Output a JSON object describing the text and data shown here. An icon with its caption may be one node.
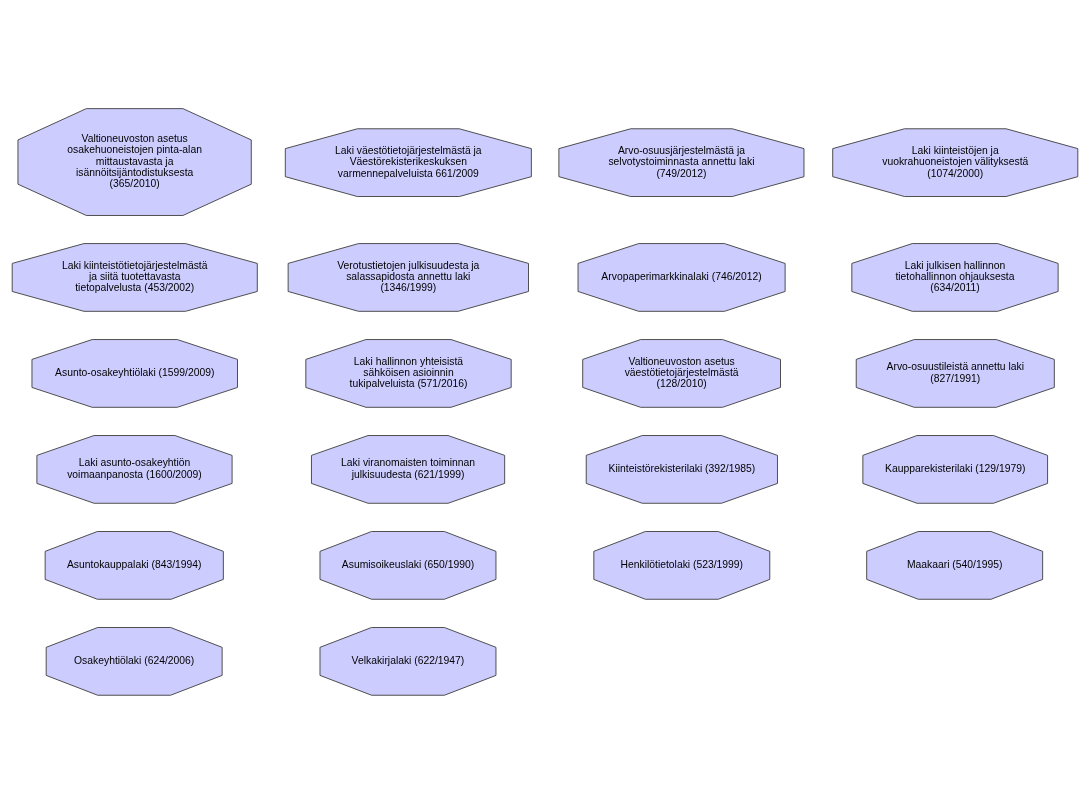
{
  "diagram": {
    "nodes": [
      {
        "text": [
          "Arvopaperimarkkinalaki (746/2012)"
        ]
      },
      {
        "text": [
          "Arvo-osuustileistä annettu laki (827/1991)"
        ]
      },
      {
        "text": [
          "Arvo-osuusjärjestelmästä ja selvotystoiminnasta annettu laki (749/2012)"
        ]
      },
      {
        "text": [
          "Asumisoikeuslaki (650/1990)"
        ]
      },
      {
        "text": [
          "Asuntokauppalaki (843/1994)"
        ]
      },
      {
        "text": [
          "Asunto-osakeyhtiölaki (1599/2009)"
        ]
      },
      {
        "text": [
          "Henkilötietolaki (523/1999)"
        ]
      },
      {
        "text": [
          "Kaupparekisterilaki (129/1979)"
        ]
      },
      {
        "text": [
          "Kiinteistörekisterilaki (392/1985)"
        ]
      },
      {
        "text": [
          "Laki asunto-osakeyhtiön voimaanpanosta (1600/2009)"
        ]
      },
      {
        "text": [
          "Laki julkisen hallinnon tietohallinnon ohjauksesta (634/2011)"
        ]
      },
      {
        "text": [
          "Laki hallinnon yhteisistä sähköisen asioinnin tukipalveluista (571/2016)"
        ]
      },
      {
        "text": [
          "Laki kiinteistöjen ja vuokrahuoneistojen välityksestä (1074/2000)"
        ]
      },
      {
        "text": [
          "Laki kiinteistötietojärjestelmästä ja siitä tuotettavasta tietopalvelusta (453/2002)"
        ]
      },
      {
        "text": [
          "Laki viranomaisten toiminnan julkisuudesta (621/1999)"
        ]
      },
      {
        "text": [
          "Laki väestötietojärjestelmästä ja Väestörekisterikeskuksen varmennepalveluista 661/2009"
        ]
      },
      {
        "text": [
          "Maakaari (540/1995)"
        ]
      },
      {
        "text": [
          "Osakeyhtiölaki (624/2006)"
        ]
      },
      {
        "text": [
          "Valtioneuvoston asetus osakehuoneistojen pinta-alan mittaustavasta ja isännöitsijäntodistuksesta (365/2010)"
        ]
      },
      {
        "text": [
          "Valtioneuvoston asetus väestötietojärjestelmästä (128/2010)"
        ]
      },
      {
        "text": [
          "Velkakirjalaki (622/1947)"
        ]
      },
      {
        "text": [
          "Verotustietojen julkisuudesta ja salassapidosta annettu laki (1346/1999)"
        ]
      }
    ]
  }
}
